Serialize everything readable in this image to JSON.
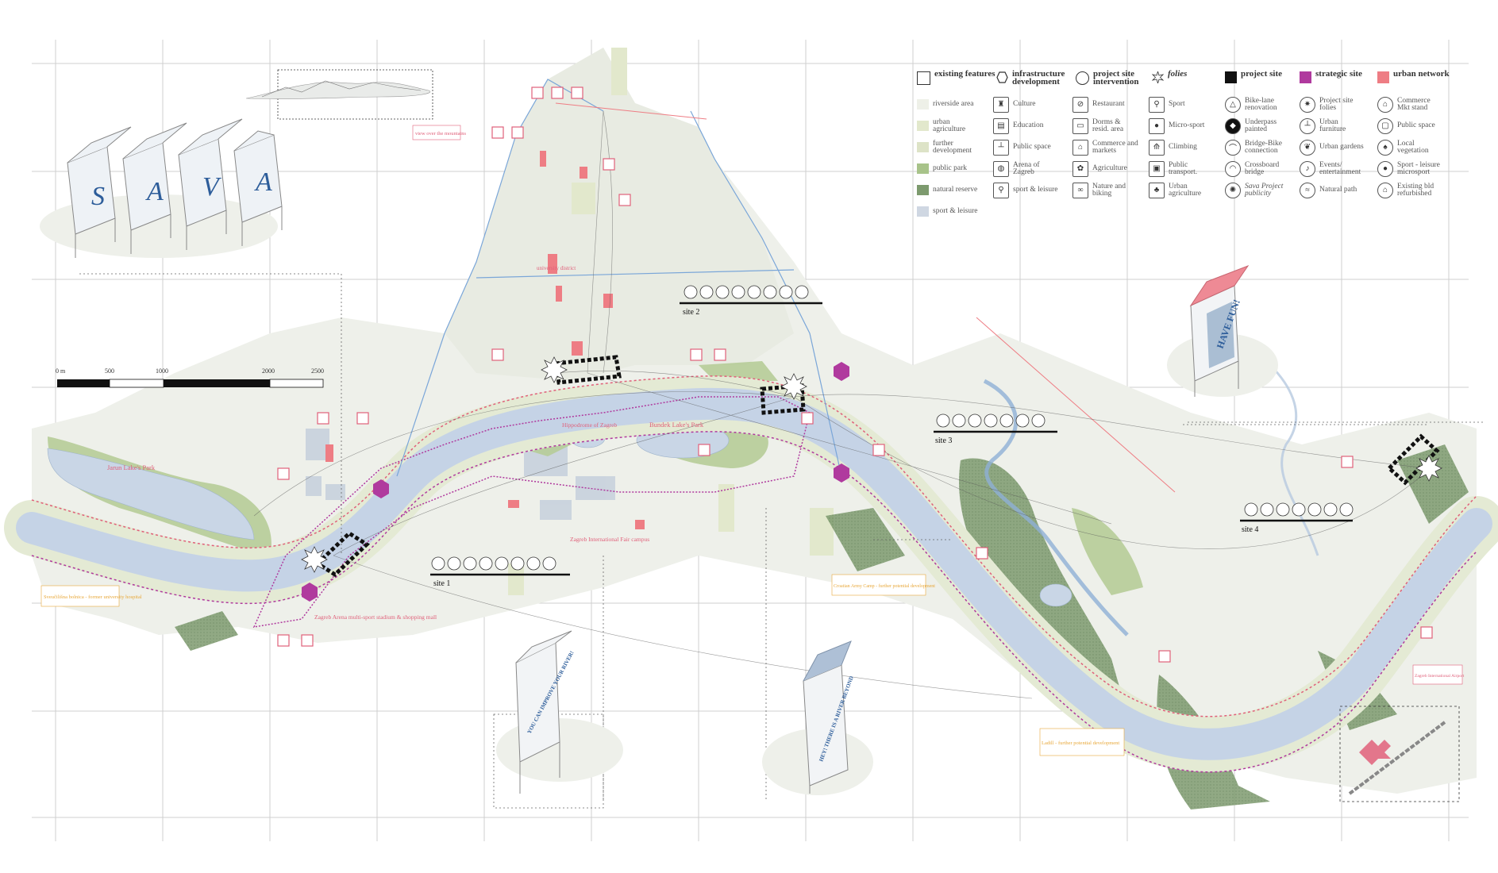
{
  "map": {
    "title_letters": [
      "S",
      "A",
      "V",
      "A"
    ],
    "scale": {
      "ticks": [
        "0 m",
        "500",
        "1000",
        "2000",
        "2500"
      ]
    },
    "sites": [
      {
        "label": "site 1",
        "icons": [
          "bike-icon",
          "boat-icon",
          "building-icon",
          "plant-icon",
          "sport-icon",
          "bus-icon",
          "tree-icon",
          "kiosk-icon"
        ]
      },
      {
        "label": "site 2",
        "icons": [
          "boat-icon",
          "bike-icon",
          "building-icon",
          "sport-icon",
          "plant-icon",
          "kiosk-icon",
          "bus-icon",
          "building-icon"
        ]
      },
      {
        "label": "site 3",
        "icons": [
          "boat-icon",
          "bike-icon",
          "building-icon",
          "sport-icon",
          "plant-icon",
          "bus-icon",
          "tree-icon"
        ]
      },
      {
        "label": "site 4",
        "icons": [
          "boat-icon",
          "bike-icon",
          "building-icon",
          "sport-icon",
          "plant-icon",
          "bus-icon",
          "kiosk-icon"
        ]
      }
    ],
    "place_labels": {
      "mountains": "view over the mountains",
      "university": "university district",
      "jarun": "Jarun Lake's Park",
      "bundek": "Bundek Lake's Park",
      "hippodrome": "Hippodrome of Zagreb",
      "fair": "Zagreb International Fair campus",
      "arena": "Zagreb Arena multi-sport stadium & shopping mall",
      "hospital": "Sveučilišna bolnica - former university hospital",
      "army": "Croatian Army Camp - further potential development",
      "ladill": "Ladill - further potential development",
      "airport": "Zagreb International Airport"
    },
    "billboards": {
      "improve": "YOU CAN IMPROVE YOUR RIVER!",
      "beyond": "HEY! THERE IS A RIVER BEYOND",
      "have": "HAVE FUN!"
    }
  },
  "legend": {
    "headers": [
      {
        "label": "existing features",
        "swatch": "outline-square"
      },
      {
        "label": "infrastructure development",
        "swatch": "outline-hexagon"
      },
      {
        "label": "project site intervention",
        "swatch": "outline-circle"
      },
      {
        "label": "folies",
        "swatch": "star-burst"
      },
      {
        "label": "project site",
        "swatch": "#111111"
      },
      {
        "label": "strategic site",
        "swatch": "#b03a9e"
      },
      {
        "label": "urban network",
        "swatch": "#ee7d84"
      }
    ],
    "existing": [
      {
        "label": "riverside area",
        "color": "#eef0e8"
      },
      {
        "label": "urban agriculture",
        "color": "#e2e8cc"
      },
      {
        "label": "further development",
        "color": "#dde3c7"
      },
      {
        "label": "public park",
        "color": "#a8c38a"
      },
      {
        "label": "natural reserve",
        "color": "#7d9a6e"
      },
      {
        "label": "sport & leisure",
        "color": "#cfd7e2"
      }
    ],
    "existing_icons": [
      {
        "label": "Culture",
        "icon": "theatre-icon"
      },
      {
        "label": "Education",
        "icon": "book-icon"
      },
      {
        "label": "Public space",
        "icon": "bench-icon"
      },
      {
        "label": "Arena of Zagreb",
        "icon": "arena-icon"
      },
      {
        "label": "sport & leisure",
        "icon": "runner-icon"
      }
    ],
    "infra": [
      {
        "label": "Restaurant",
        "icon": "fork-icon"
      },
      {
        "label": "Dorms & resid. area",
        "icon": "bed-icon"
      },
      {
        "label": "Commerce and markets",
        "icon": "shop-icon"
      },
      {
        "label": "Agriculture",
        "icon": "wheat-icon"
      },
      {
        "label": "Nature and biking",
        "icon": "bike-icon"
      }
    ],
    "sport": [
      {
        "label": "Sport",
        "icon": "runner-icon"
      },
      {
        "label": "Micro-sport",
        "icon": "ball-icon"
      },
      {
        "label": "Climbing",
        "icon": "climb-icon"
      },
      {
        "label": "Public transport.",
        "icon": "bus-icon"
      },
      {
        "label": "Urban agriculture",
        "icon": "sprout-icon"
      }
    ],
    "project": [
      {
        "label": "Bike-lane renovation",
        "icon": "bike-lane-icon"
      },
      {
        "label": "Underpass painted",
        "icon": "paint-icon"
      },
      {
        "label": "Bridge-Bike connection",
        "icon": "bridge-icon"
      },
      {
        "label": "Crossboard bridge",
        "icon": "boat-icon"
      },
      {
        "label": "Sava Project publicity",
        "icon": "megaphone-icon"
      }
    ],
    "strategic": [
      {
        "label": "Project site folies",
        "icon": "star-icon"
      },
      {
        "label": "Urban furniture",
        "icon": "bench-icon"
      },
      {
        "label": "Urban gardens",
        "icon": "leaf-icon"
      },
      {
        "label": "Events/ entertainment",
        "icon": "music-icon"
      },
      {
        "label": "Natural path",
        "icon": "path-icon"
      }
    ],
    "network": [
      {
        "label": "Commerce Mkt stand",
        "icon": "stand-icon"
      },
      {
        "label": "Public space",
        "icon": "square-icon"
      },
      {
        "label": "Local vegetation",
        "icon": "tree-icon"
      },
      {
        "label": "Sport - leisure microsport",
        "icon": "ball-icon"
      },
      {
        "label": "Existing bld refurbished",
        "icon": "house-icon"
      }
    ]
  }
}
